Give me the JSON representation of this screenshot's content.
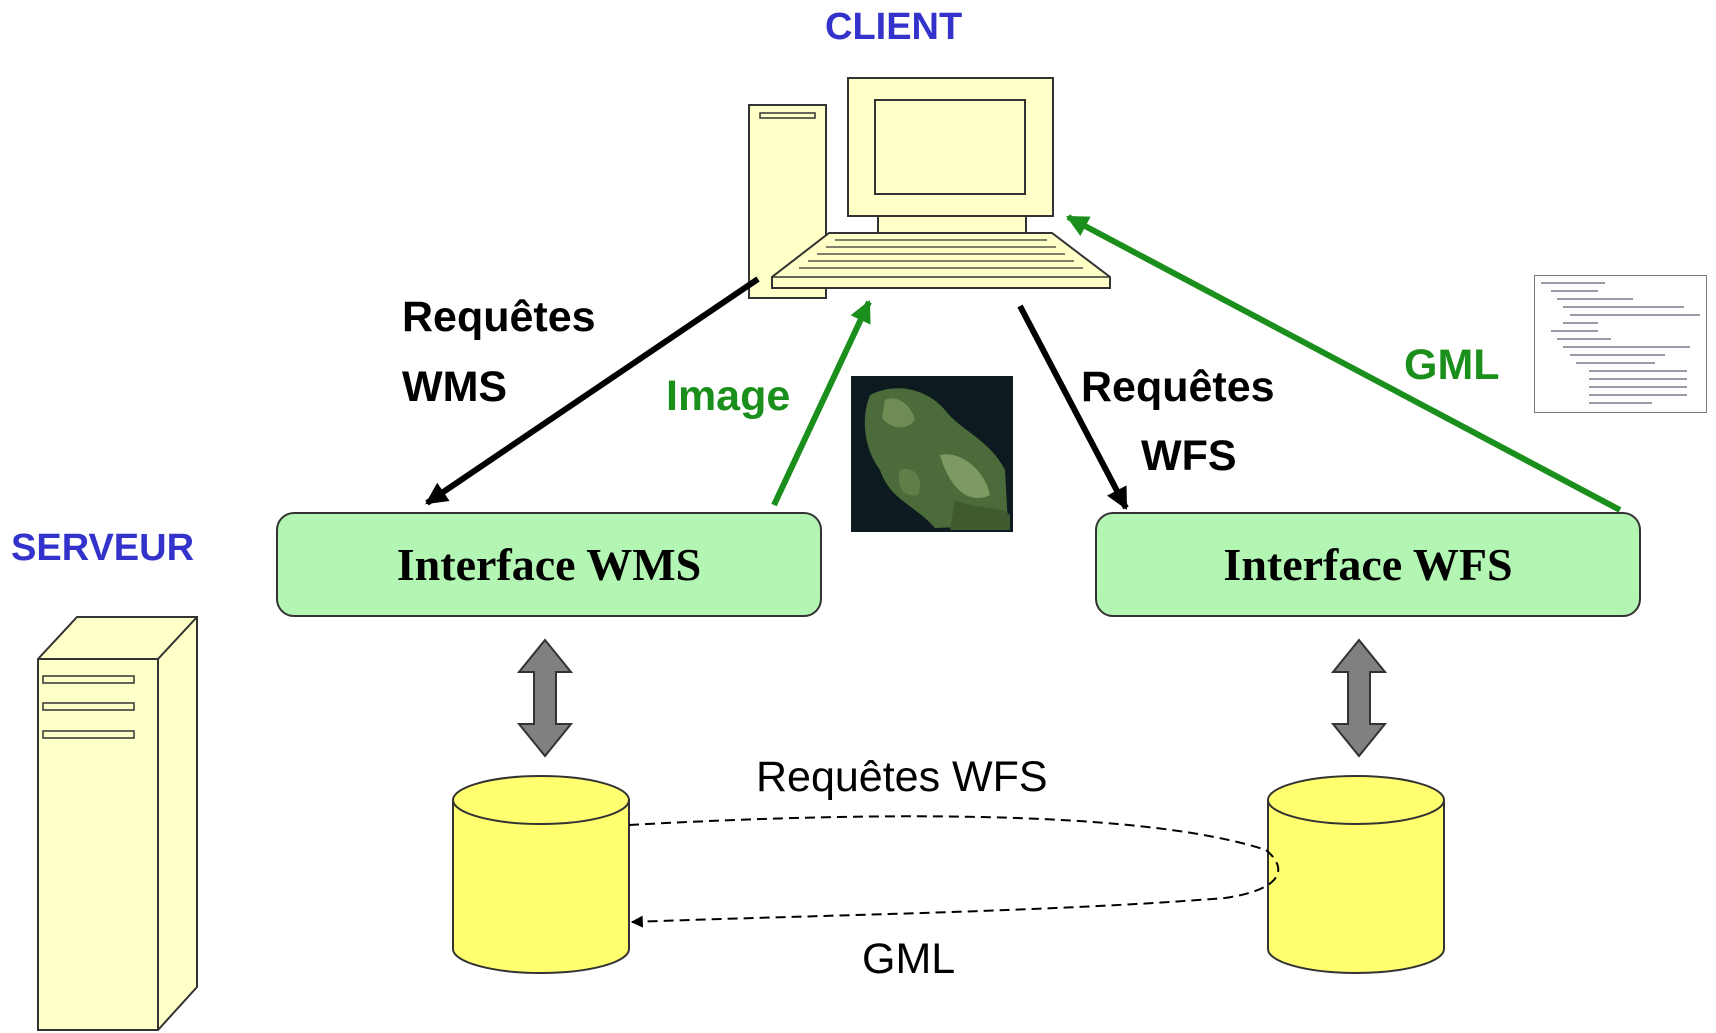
{
  "client": {
    "label": "CLIENT"
  },
  "server": {
    "label": "SERVEUR"
  },
  "arrows": {
    "wms_request": {
      "line1": "Requêtes",
      "line2": "WMS"
    },
    "wms_image": "Image",
    "wfs_request": {
      "line1": "Requêtes",
      "line2": "WFS"
    },
    "wfs_gml": "GML"
  },
  "interfaces": {
    "wms": "Interface WMS",
    "wfs": "Interface WFS"
  },
  "database_link": {
    "request": "Requêtes  WFS",
    "response": "GML"
  },
  "colors": {
    "client_server_label": "#3333cc",
    "request_arrow": "#000000",
    "response_arrow": "#1b8f1b",
    "interface_fill": "#b3f5b3",
    "computer_fill": "#ffffc8",
    "database_fill": "#ffff70",
    "bidirectional_arrow": "#808080"
  },
  "icons": [
    "computer-icon",
    "server-tower-icon",
    "database-icon",
    "map-thumbnail-icon",
    "gml-document-icon"
  ]
}
